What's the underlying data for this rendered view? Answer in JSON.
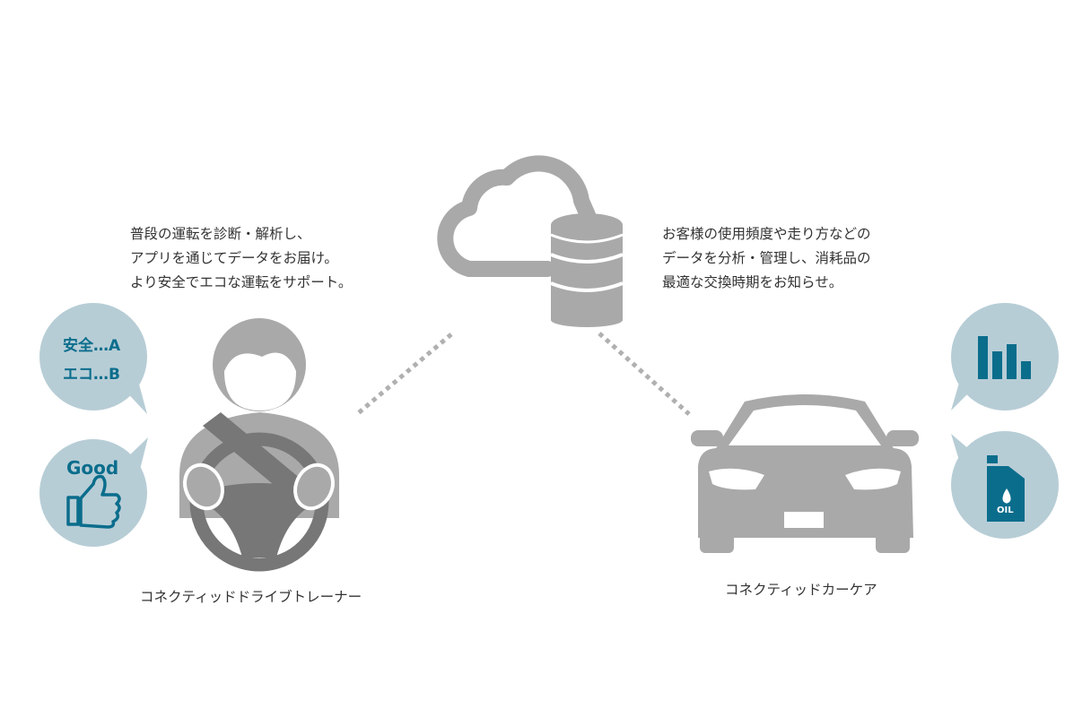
{
  "trainer_description": {
    "line1": "普段の運転を診断・解析し、",
    "line2": "アプリを通じてデータをお届け。",
    "line3": "より安全でエコな運転をサポート。"
  },
  "carcare_description": {
    "line1": "お客様の使用頻度や走り方などの",
    "line2": "データを分析・管理し、消耗品の",
    "line3": "最適な交換時期をお知らせ。"
  },
  "trainer_label": "コネクティッドドライブトレーナー",
  "carcare_label": "コネクティッドカーケア",
  "score_bubble": {
    "safety": "安全…A",
    "eco": "エコ…B"
  },
  "good_bubble": {
    "text": "Good"
  },
  "oil_bubble": {
    "text": "OIL"
  },
  "icons": [
    "cloud-icon",
    "database-icon",
    "driver-icon",
    "steering-wheel-icon",
    "car-icon",
    "bar-chart-icon",
    "oil-can-icon",
    "thumbs-up-icon"
  ],
  "colors": {
    "gray": "#a9a9a9",
    "dark_gray": "#777777",
    "bubble": "#b7cdd6",
    "accent": "#0b6d8c",
    "dots": "#b0b0b0"
  }
}
